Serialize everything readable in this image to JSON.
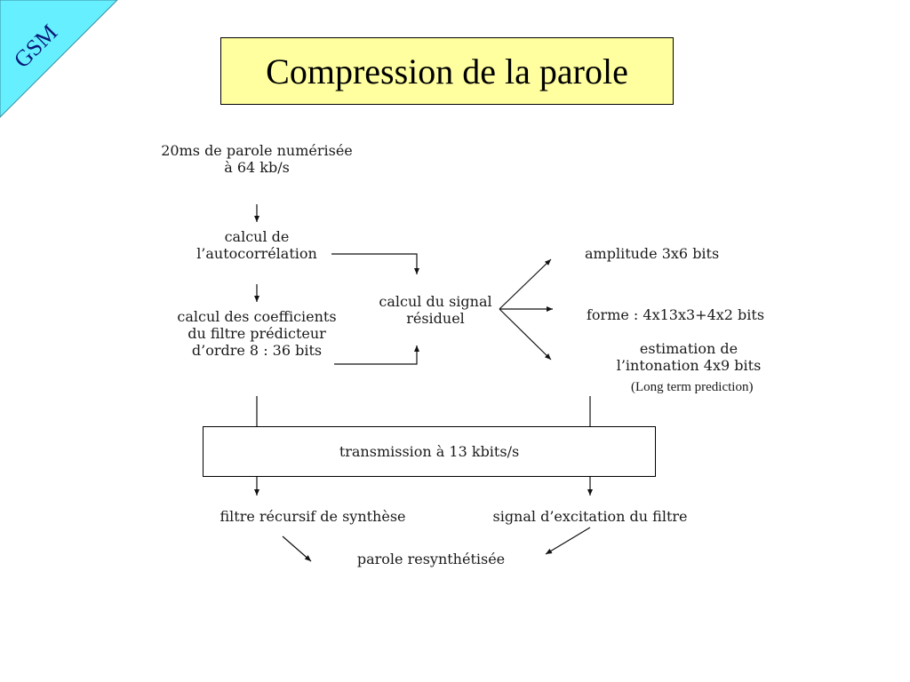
{
  "corner_tag": {
    "text": "GSM",
    "color": "#66f0ff"
  },
  "title": {
    "text": "Compression de la parole",
    "background": "#ffffa0"
  },
  "diagram": {
    "input": [
      "20ms de parole numérisée",
      "à 64 kb/s"
    ],
    "autocorrelation": [
      "calcul de",
      "l’autocorrélation"
    ],
    "coefficients": [
      "calcul des coefficients",
      "du filtre prédicteur",
      "d’ordre 8 :  36 bits"
    ],
    "residual": [
      "calcul du signal",
      "résiduel"
    ],
    "amplitude": "amplitude 3x6 bits",
    "forme": "forme : 4x13x3+4x2 bits",
    "intonation": [
      "estimation de",
      "l’intonation 4x9 bits"
    ],
    "ltp_note": "(Long term prediction)",
    "transmission": "transmission à 13 kbits/s",
    "synthesis_filter": "filtre récursif de synthèse",
    "excitation": "signal d’excitation du filtre",
    "output": "parole resynthétisée"
  }
}
